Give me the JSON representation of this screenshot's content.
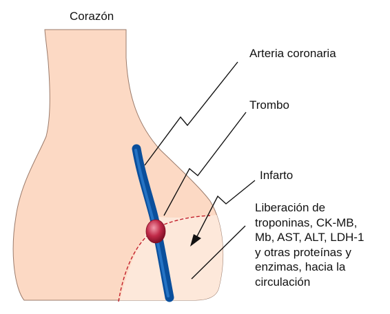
{
  "labels": {
    "heart": "Corazón",
    "artery": "Arteria coronaria",
    "thrombus": "Trombo",
    "infarct": "Infarto",
    "release": [
      "Liberación de",
      "troponinas, CK-MB,",
      "Mb, AST, ALT, LDH-1",
      "y otras proteínas y",
      "enzimas, hacia la",
      "circulación"
    ]
  },
  "colors": {
    "heart_fill": "#fcd9c4",
    "heart_stroke": "#9a7a6a",
    "infarct_fill": "#fde8da",
    "artery_dark": "#0a4f9c",
    "artery_light": "#2f7fd1",
    "thrombus": "#b8203c",
    "infarct_border": "#c21f2a",
    "leader_line": "#111111"
  }
}
